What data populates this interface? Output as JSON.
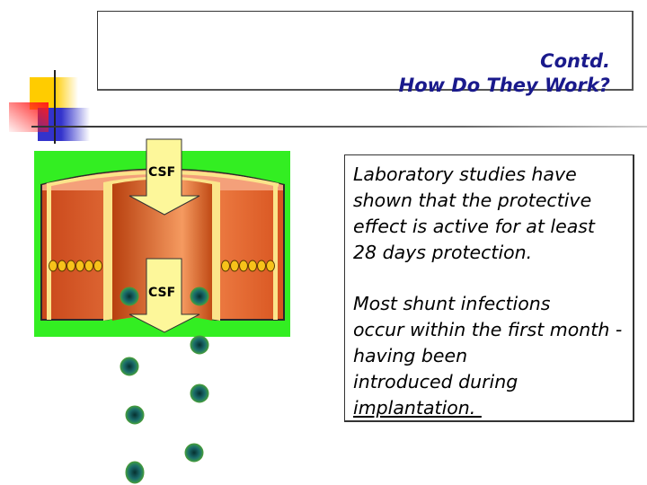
{
  "title": {
    "line1": "Contd.",
    "line2": "How Do They Work?"
  },
  "diagram": {
    "arrow_top_label": "CSF",
    "arrow_bottom_label": "CSF"
  },
  "body": {
    "paragraph1": [
      "Laboratory studies have",
      "shown that the protective",
      "effect is active for at least",
      "28 days protection."
    ],
    "paragraph2": [
      "Most shunt infections",
      "occur within the first month -",
      "having been",
      "introduced during"
    ],
    "paragraph2_underlined": "implantation. "
  },
  "colors": {
    "title": "#1a1a8c",
    "background_green": "#33ee22",
    "tissue": "#e8642a",
    "arrow": "#fdf79a",
    "bacteria": "#0d4a4a"
  }
}
